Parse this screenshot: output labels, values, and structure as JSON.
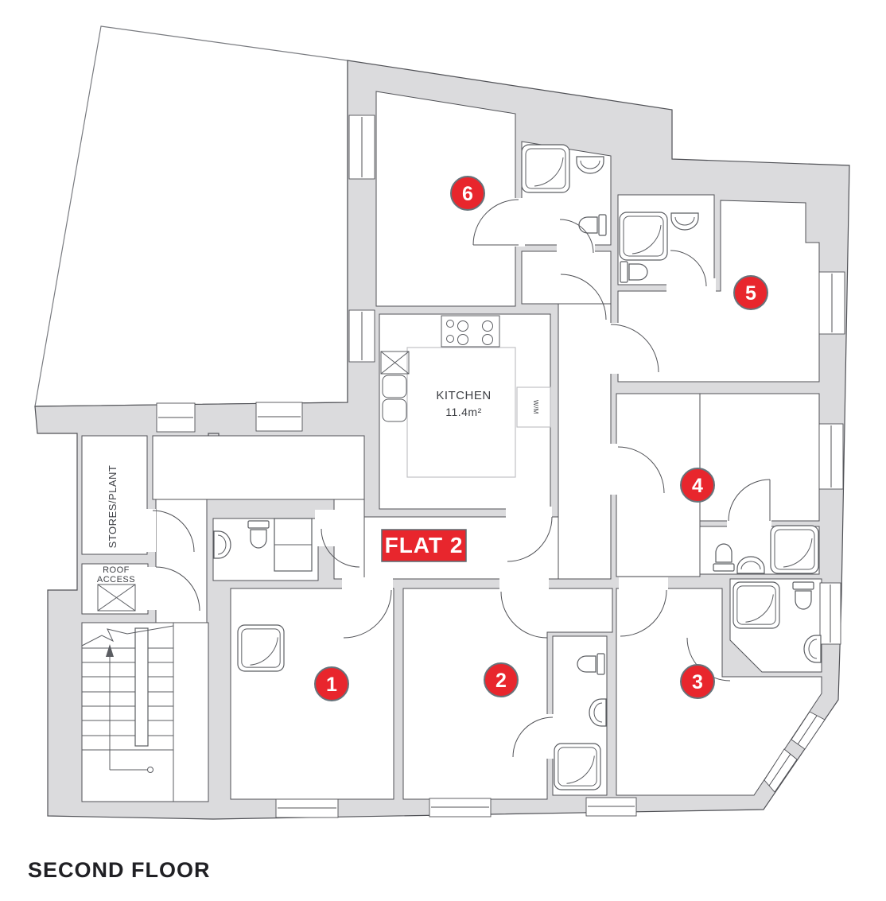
{
  "floor_title": "SECOND FLOOR",
  "flat_label": "FLAT 2",
  "kitchen": {
    "name": "KITCHEN",
    "area": "11.4m²"
  },
  "stores_label": "STORES/PLANT",
  "roof_access": {
    "line1": "ROOF",
    "line2": "ACCESS"
  },
  "appliance_label": "W/M",
  "markers": [
    {
      "label": "1"
    },
    {
      "label": "2"
    },
    {
      "label": "3"
    },
    {
      "label": "4"
    },
    {
      "label": "5"
    },
    {
      "label": "6"
    }
  ],
  "colors": {
    "accent_red": "#E8262D",
    "wall_fill": "#DBDBDD",
    "line": "#505156",
    "text_dark": "#202024",
    "marker_ring": "#66737B",
    "counter_light": "#BBBCC0"
  }
}
